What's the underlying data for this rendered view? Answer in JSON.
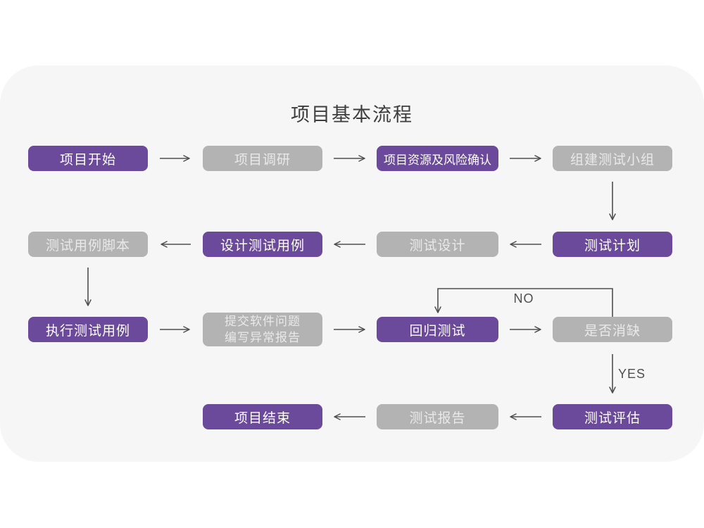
{
  "title": "项目基本流程",
  "colors": {
    "background": "#ffffff",
    "card": "#f6f6f6",
    "purple": "#6b4a9b",
    "gray": "#b3b3b3",
    "arrow": "#4f4f4f",
    "title": "#3d3d3d"
  },
  "nodes": [
    {
      "label": "项目开始",
      "type": "purple"
    },
    {
      "label": "项目调研",
      "type": "gray"
    },
    {
      "label": "项目资源及风险确认",
      "type": "purple"
    },
    {
      "label": "组建测试小组",
      "type": "gray"
    },
    {
      "label": "测试计划",
      "type": "purple"
    },
    {
      "label": "测试设计",
      "type": "gray"
    },
    {
      "label": "设计测试用例",
      "type": "purple"
    },
    {
      "label": "测试用例脚本",
      "type": "gray"
    },
    {
      "label": "执行测试用例",
      "type": "purple"
    },
    {
      "label": "提交软件问题",
      "line2": "编写异常报告",
      "type": "gray"
    },
    {
      "label": "回归测试",
      "type": "purple"
    },
    {
      "label": "是否消缺",
      "type": "gray"
    },
    {
      "label": "测试评估",
      "type": "purple"
    },
    {
      "label": "测试报告",
      "type": "gray"
    },
    {
      "label": "项目结束",
      "type": "purple"
    }
  ],
  "edge_labels": {
    "no": "NO",
    "yes": "YES"
  },
  "edges": [
    {
      "from": "项目开始",
      "to": "项目调研"
    },
    {
      "from": "项目调研",
      "to": "项目资源及风险确认"
    },
    {
      "from": "项目资源及风险确认",
      "to": "组建测试小组"
    },
    {
      "from": "组建测试小组",
      "to": "测试计划"
    },
    {
      "from": "测试计划",
      "to": "测试设计"
    },
    {
      "from": "测试设计",
      "to": "设计测试用例"
    },
    {
      "from": "设计测试用例",
      "to": "测试用例脚本"
    },
    {
      "from": "测试用例脚本",
      "to": "执行测试用例"
    },
    {
      "from": "执行测试用例",
      "to": "提交软件问题 编写异常报告"
    },
    {
      "from": "提交软件问题 编写异常报告",
      "to": "回归测试"
    },
    {
      "from": "回归测试",
      "to": "是否消缺"
    },
    {
      "from": "是否消缺",
      "to": "回归测试",
      "label": "NO"
    },
    {
      "from": "是否消缺",
      "to": "测试评估",
      "label": "YES"
    },
    {
      "from": "测试评估",
      "to": "测试报告"
    },
    {
      "from": "测试报告",
      "to": "项目结束"
    }
  ]
}
